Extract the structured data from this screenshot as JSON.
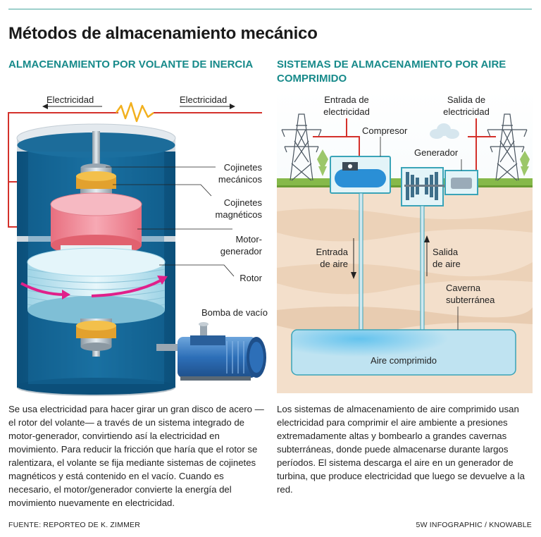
{
  "title": "Métodos de almacenamiento mecánico",
  "flywheel": {
    "heading": "ALMACENAMIENTO POR VOLANTE DE INERCIA",
    "labels": {
      "elec_left": "Electricidad",
      "elec_right": "Electricidad",
      "mech_bearings_1": "Cojinetes",
      "mech_bearings_2": "mecánicos",
      "mag_bearings_1": "Cojinetes",
      "mag_bearings_2": "magnéticos",
      "motor_1": "Motor-",
      "motor_2": "generador",
      "rotor": "Rotor",
      "pump": "Bomba de vacío"
    },
    "description": "Se usa electricidad para hacer girar un gran disco de acero —el rotor del volante— a través de un sistema integrado de motor-generador, convirtiendo así la electricidad en movimiento. Para reducir la fricción que haría que el rotor se ralentizara, el volante se fija mediante sistemas de cojinetes magnéticos y está contenido en el vacío. Cuando es necesario, el motor/generador convierte la energía del movimiento nuevamente en electricidad."
  },
  "caes": {
    "heading": "SISTEMAS DE ALMACENAMIENTO POR AIRE COMPRIMIDO",
    "labels": {
      "elec_in_1": "Entrada de",
      "elec_in_2": "electricidad",
      "elec_out_1": "Salida de",
      "elec_out_2": "electricidad",
      "compressor": "Compresor",
      "generator": "Generador",
      "air_in_1": "Entrada",
      "air_in_2": "de aire",
      "air_out_1": "Salida",
      "air_out_2": "de aire",
      "cavern_1": "Caverna",
      "cavern_2": "subterránea",
      "compressed_air": "Aire comprimido"
    },
    "description": "Los sistemas de almacenamiento de aire comprimido usan electricidad para comprimir el aire ambiente a presiones extremadamente altas y bombearlo a grandes cavernas subterráneas, donde puede almacenarse durante largos períodos. El sistema descarga el aire en un generador de turbina, que produce electricidad que luego se devuelve a la red."
  },
  "footer": {
    "source": "FUENTE: REPORTEO DE K. ZIMMER",
    "credit": "5W INFOGRAPHIC / KNOWABLE"
  },
  "colors": {
    "accent_teal": "#178a8a",
    "wire_red": "#d4312b",
    "tank_blue": "#0f5a86",
    "ground": "#f3dfcb",
    "grass": "#86b94a",
    "cavern": "#bfe3f1"
  }
}
